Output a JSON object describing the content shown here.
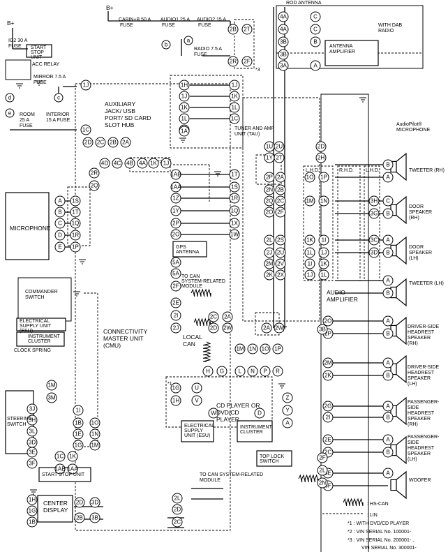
{
  "labels": {
    "bplus_top": "B+",
    "bplus_left": "B+",
    "rod_antenna": "ROD ANTENNA",
    "cabin_fuse": "CABIN+B 50 A",
    "audio1_fuse": "AUDIO1 25 A",
    "audio2_fuse": "AUDIO2 15 A",
    "fuse": "FUSE",
    "with_dab_radio": "WITH DAB RADIO",
    "antenna_amplifier": "ANTENNA AMPLIFIER",
    "ig2_fuse": "IG2 30 A FUSE",
    "start_stop_unit_small": "START STOP UNIT",
    "acc_relay": "ACC RELAY",
    "radio_fuse": "RADIO 7.5 A FUSE",
    "mirror_fuse": "MIRROR 7.5 A FUSE",
    "room_fuse": "ROOM 25 A FUSE",
    "interior_fuse": "INTERIOR 15 A FUSE",
    "aux_jack": "AUXILIARY JACK/ USB PORT/ SD CARD SLOT HUB",
    "tuner_amp": "TUNER AND AMP UNIT (TAU)",
    "audio_pilot": "AudioPilot® MICROPHONE",
    "microphone": "MICROPHONE",
    "tweeter_rh": "TWEETER (RH)",
    "door_speaker_rh": "DOOR SPEAKER (RH)",
    "door_speaker_lh": "DOOR SPEAKER (LH)",
    "tweeter_lh": "TWEETER (LH)",
    "lhd1": "L.H.D.",
    "rhd": "R.H.D.",
    "lhd2": "L.H.D.",
    "gps_antenna": "GPS ANTENNA",
    "to_can_system_1": "TO CAN SYSTEM-RELATED MODULE",
    "audio_amplifier": "AUDIO AMPLIFIER",
    "commander_switch": "COMMANDER SWITCH",
    "esu": "ELECTRICAL SUPPLY UNIT (ESU)",
    "instrument_cluster": "INSTRUMENT CLUSTER",
    "clock_spring": "CLOCK SPRING",
    "cmu": "CONNECTIVITY MASTER UNIT (CMU)",
    "local_can": "LOCAL CAN",
    "driver_headrest": "DRIVER-SIDE HEADREST SPEAKER (RH)",
    "driver_headrest_lh": "DRIVER-SIDE HEADREST SPEAKER (LH)",
    "steering_switch": "STEERING SWITCH",
    "cd_player": "CD PLAYER OR DVD/CD PLAYER",
    "passenger_headrest_rh": "PASSENGER- SIDE HEADREST SPEAKER (RH)",
    "passenger_headrest_lh": "PASSENGER- SIDE HEADREST SPEAKER (LH)",
    "esu2": "ELECTRICAL SUPPLY UNIT (ESU)",
    "instrument_cluster2": "INSTRUMENT CLUSTER",
    "start_stop_unit": "START STOP UNIT",
    "top_lock_switch": "TOP LOCK SWITCH",
    "to_can_system_2": "TO CAN SYSTEM-RELATED MODULE",
    "woofer": "WOOFER",
    "center_display": "CENTER DISPLAY",
    "legend_hscan": ": HS-CAN",
    "legend_lin": ": LIN",
    "note1": "*1 : WITH DVD/CD PLAYER",
    "note2": "*2 : VIN SERIAL No. 100001-",
    "note3a": "*3 : VIN SERIAL No. 200001- ,",
    "note3b": "VIN SERIAL No. 300001-",
    "star1": "*1",
    "star2": "*2",
    "star3": "*3"
  },
  "pins": {
    "cmu_right": [
      "1H",
      "1J",
      "1K",
      "1L",
      "1C",
      "1A",
      "2D",
      "2C",
      "2B",
      "2A",
      "1K",
      "1J",
      "4D",
      "4C",
      "4B",
      "4A",
      "2R",
      "2Q"
    ],
    "tau_col": [
      "1J",
      "1K",
      "1L",
      "1C",
      "1T",
      "1S",
      "1R",
      "1Q",
      "1X",
      "1W"
    ],
    "mic_left": [
      "A",
      "B",
      "C",
      "D",
      "E"
    ],
    "mic_right": [
      "1S",
      "1T",
      "1Q",
      "1R",
      "1P"
    ],
    "cmu_mid": [
      "1AB",
      "1AA",
      "1Z",
      "1Y",
      "2P",
      "2O",
      "5A",
      "5A",
      "2F",
      "2E",
      "2I",
      "2J"
    ],
    "tau_2": [
      "1U",
      "1Y",
      "2U",
      "2T"
    ],
    "tau_3": [
      "2P",
      "2N",
      "2Q",
      "2O",
      "2A",
      "2B",
      "2C",
      "2F"
    ],
    "tau_4": [
      "2L",
      "2J",
      "2M",
      "2K",
      "2S",
      "2U",
      "2V",
      "2X"
    ],
    "amp_1": [
      "1O",
      "1P",
      "1M",
      "1N",
      "2D",
      "2H"
    ],
    "amp_2": [
      "1K",
      "1L",
      "1I",
      "1J",
      "1I",
      "1J",
      "1K",
      "1L"
    ],
    "spk": [
      "3H",
      "3G",
      "3C",
      "3D",
      "3E",
      "3F"
    ],
    "antenna": [
      "4A",
      "4A",
      "3B",
      "3B",
      "3A",
      "2B",
      "2T",
      "2R",
      "2F",
      "C",
      "C",
      "B",
      "A"
    ],
    "steering": [
      "1M",
      "3M",
      "3J",
      "3H",
      "3L",
      "3D",
      "3E",
      "3F",
      "1C",
      "1K",
      "1AB",
      "1AA"
    ],
    "cmu_left": [
      "1I",
      "1B",
      "1E",
      "1G",
      "1O",
      "1N",
      "1M"
    ],
    "cd": [
      "2C",
      "2D",
      "2A",
      "2W",
      "2A",
      "2W",
      "1M",
      "1N",
      "1O",
      "1P",
      "H",
      "G",
      "L",
      "N",
      "P",
      "R",
      "Z",
      "Y",
      "A",
      "1G",
      "1H",
      "U",
      "V",
      "W",
      "D"
    ],
    "hdr": [
      "2O",
      "2P",
      "2M",
      "2K",
      "2G",
      "2I",
      "2E",
      "2C",
      "3E",
      "3F",
      "2F",
      "2L",
      "2N",
      "3B"
    ],
    "center": [
      "1H",
      "1G",
      "1B",
      "2D",
      "2B",
      "3D",
      "3B",
      "2L",
      "2D",
      "2C"
    ],
    "letters": [
      "a",
      "b",
      "c",
      "d",
      "e"
    ],
    "speaker_pins": [
      "B",
      "A",
      "C",
      "B",
      "A",
      "B",
      "A",
      "B",
      "A",
      "B",
      "A",
      "B",
      "A",
      "B",
      "A",
      "B",
      "A"
    ]
  }
}
